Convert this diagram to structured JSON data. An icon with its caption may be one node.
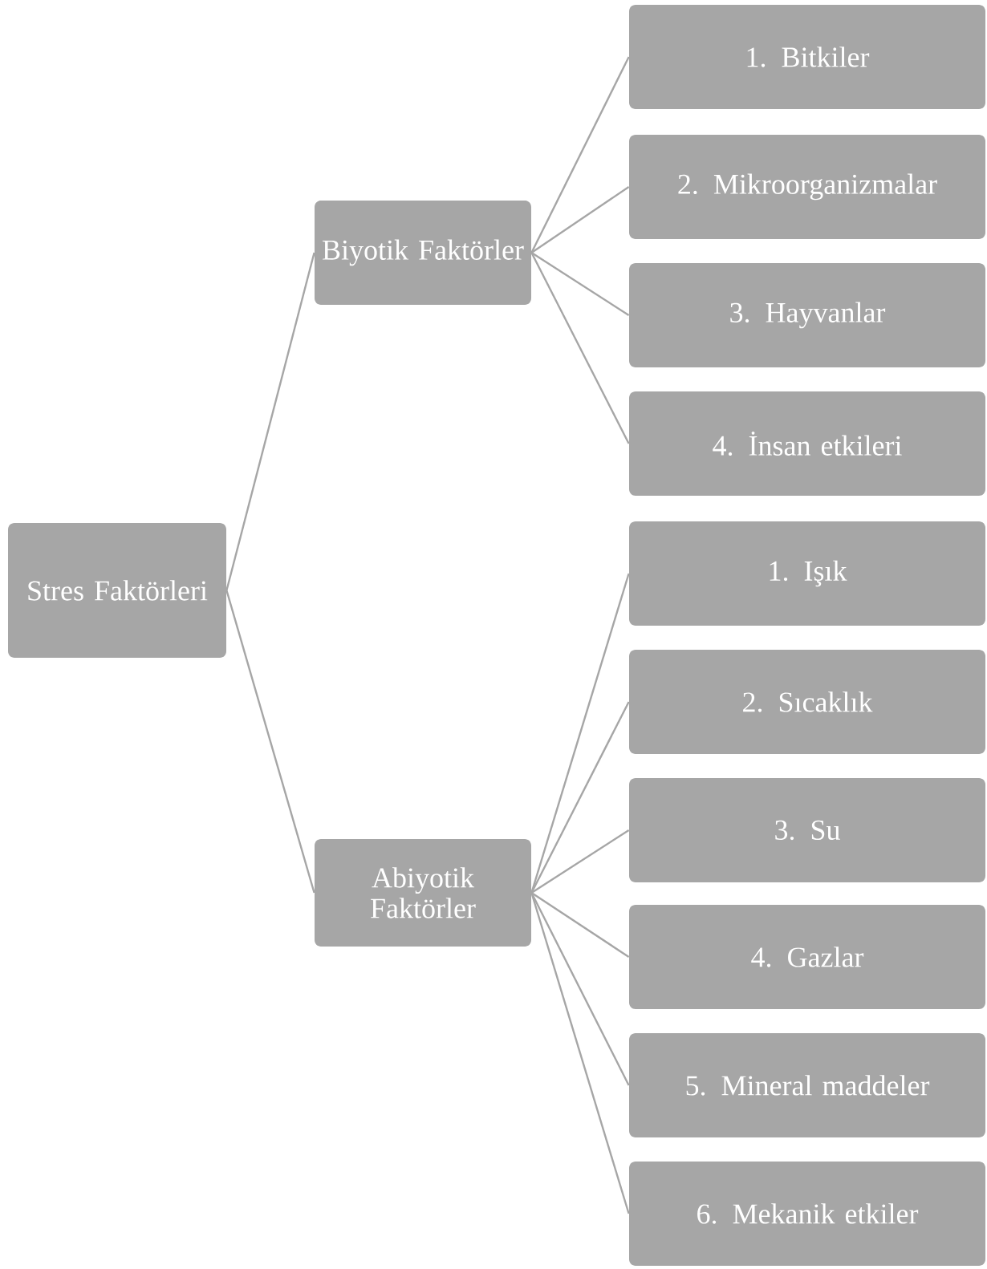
{
  "diagram": {
    "nodes": [
      {
        "text": [
          "Stres Faktörleri"
        ]
      },
      {
        "text": [
          "Biyotik Faktörler"
        ]
      },
      {
        "text": [
          "Abiyotik Faktörler"
        ]
      },
      {
        "text": [
          "1. Bitkiler"
        ]
      },
      {
        "text": [
          "2. Mikroorganizmalar"
        ]
      },
      {
        "text": [
          "3. Hayvanlar"
        ]
      },
      {
        "text": [
          "4. İnsan etkileri"
        ]
      },
      {
        "text": [
          "1. Işık"
        ]
      },
      {
        "text": [
          "2. Sıcaklık"
        ]
      },
      {
        "text": [
          "3. Su"
        ]
      },
      {
        "text": [
          "4. Gazlar"
        ]
      },
      {
        "text": [
          "5. Mineral maddeler"
        ]
      },
      {
        "text": [
          "6. Mekanik etkiler"
        ]
      }
    ],
    "edges": [
      {
        "from": 0,
        "to": 1,
        "arrow": "none"
      },
      {
        "from": 0,
        "to": 2,
        "arrow": "none"
      },
      {
        "from": 1,
        "to": 3,
        "arrow": "none"
      },
      {
        "from": 1,
        "to": 4,
        "arrow": "none"
      },
      {
        "from": 1,
        "to": 5,
        "arrow": "none"
      },
      {
        "from": 1,
        "to": 6,
        "arrow": "none"
      },
      {
        "from": 2,
        "to": 7,
        "arrow": "none"
      },
      {
        "from": 2,
        "to": 8,
        "arrow": "none"
      },
      {
        "from": 2,
        "to": 9,
        "arrow": "none"
      },
      {
        "from": 2,
        "to": 10,
        "arrow": "none"
      },
      {
        "from": 2,
        "to": 11,
        "arrow": "none"
      },
      {
        "from": 2,
        "to": 12,
        "arrow": "none"
      }
    ]
  }
}
